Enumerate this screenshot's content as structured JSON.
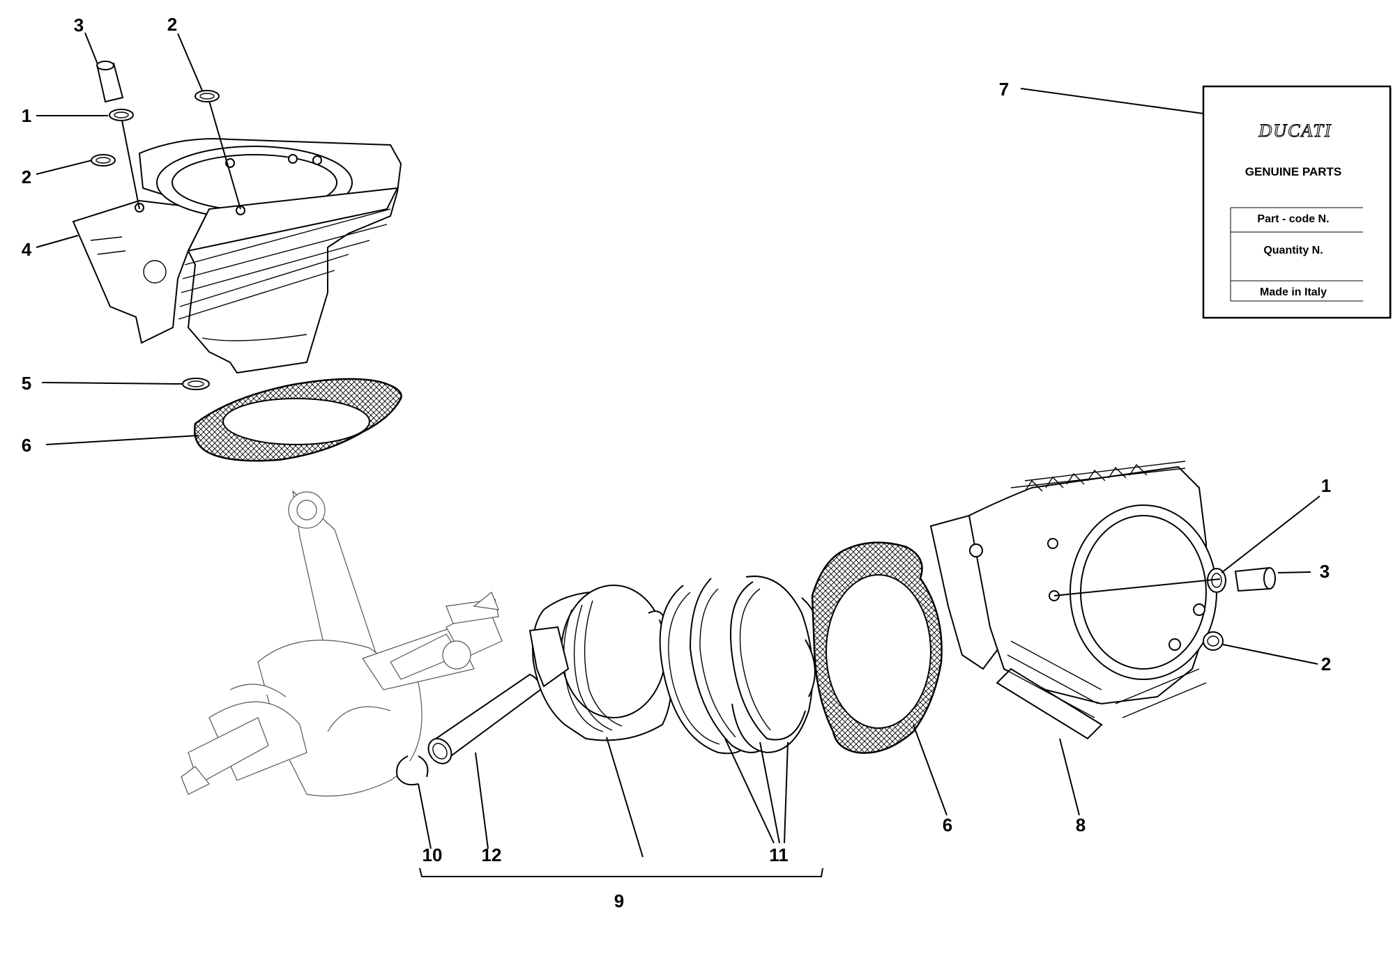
{
  "callouts": {
    "c1a": "1",
    "c2a": "2",
    "c2b": "2",
    "c3a": "3",
    "c4": "4",
    "c5": "5",
    "c6a": "6",
    "c6b": "6",
    "c7": "7",
    "c8": "8",
    "c9": "9",
    "c10": "10",
    "c11": "11",
    "c12": "12",
    "c1b": "1",
    "c3b": "3",
    "c2c": "2"
  },
  "label": {
    "brand": "DUCATI",
    "title": "GENUINE PARTS",
    "part_code": "Part - code N.",
    "quantity": "Quantity N.",
    "origin": "Made in Italy"
  },
  "colors": {
    "ink": "#000000",
    "paper": "#ffffff"
  }
}
